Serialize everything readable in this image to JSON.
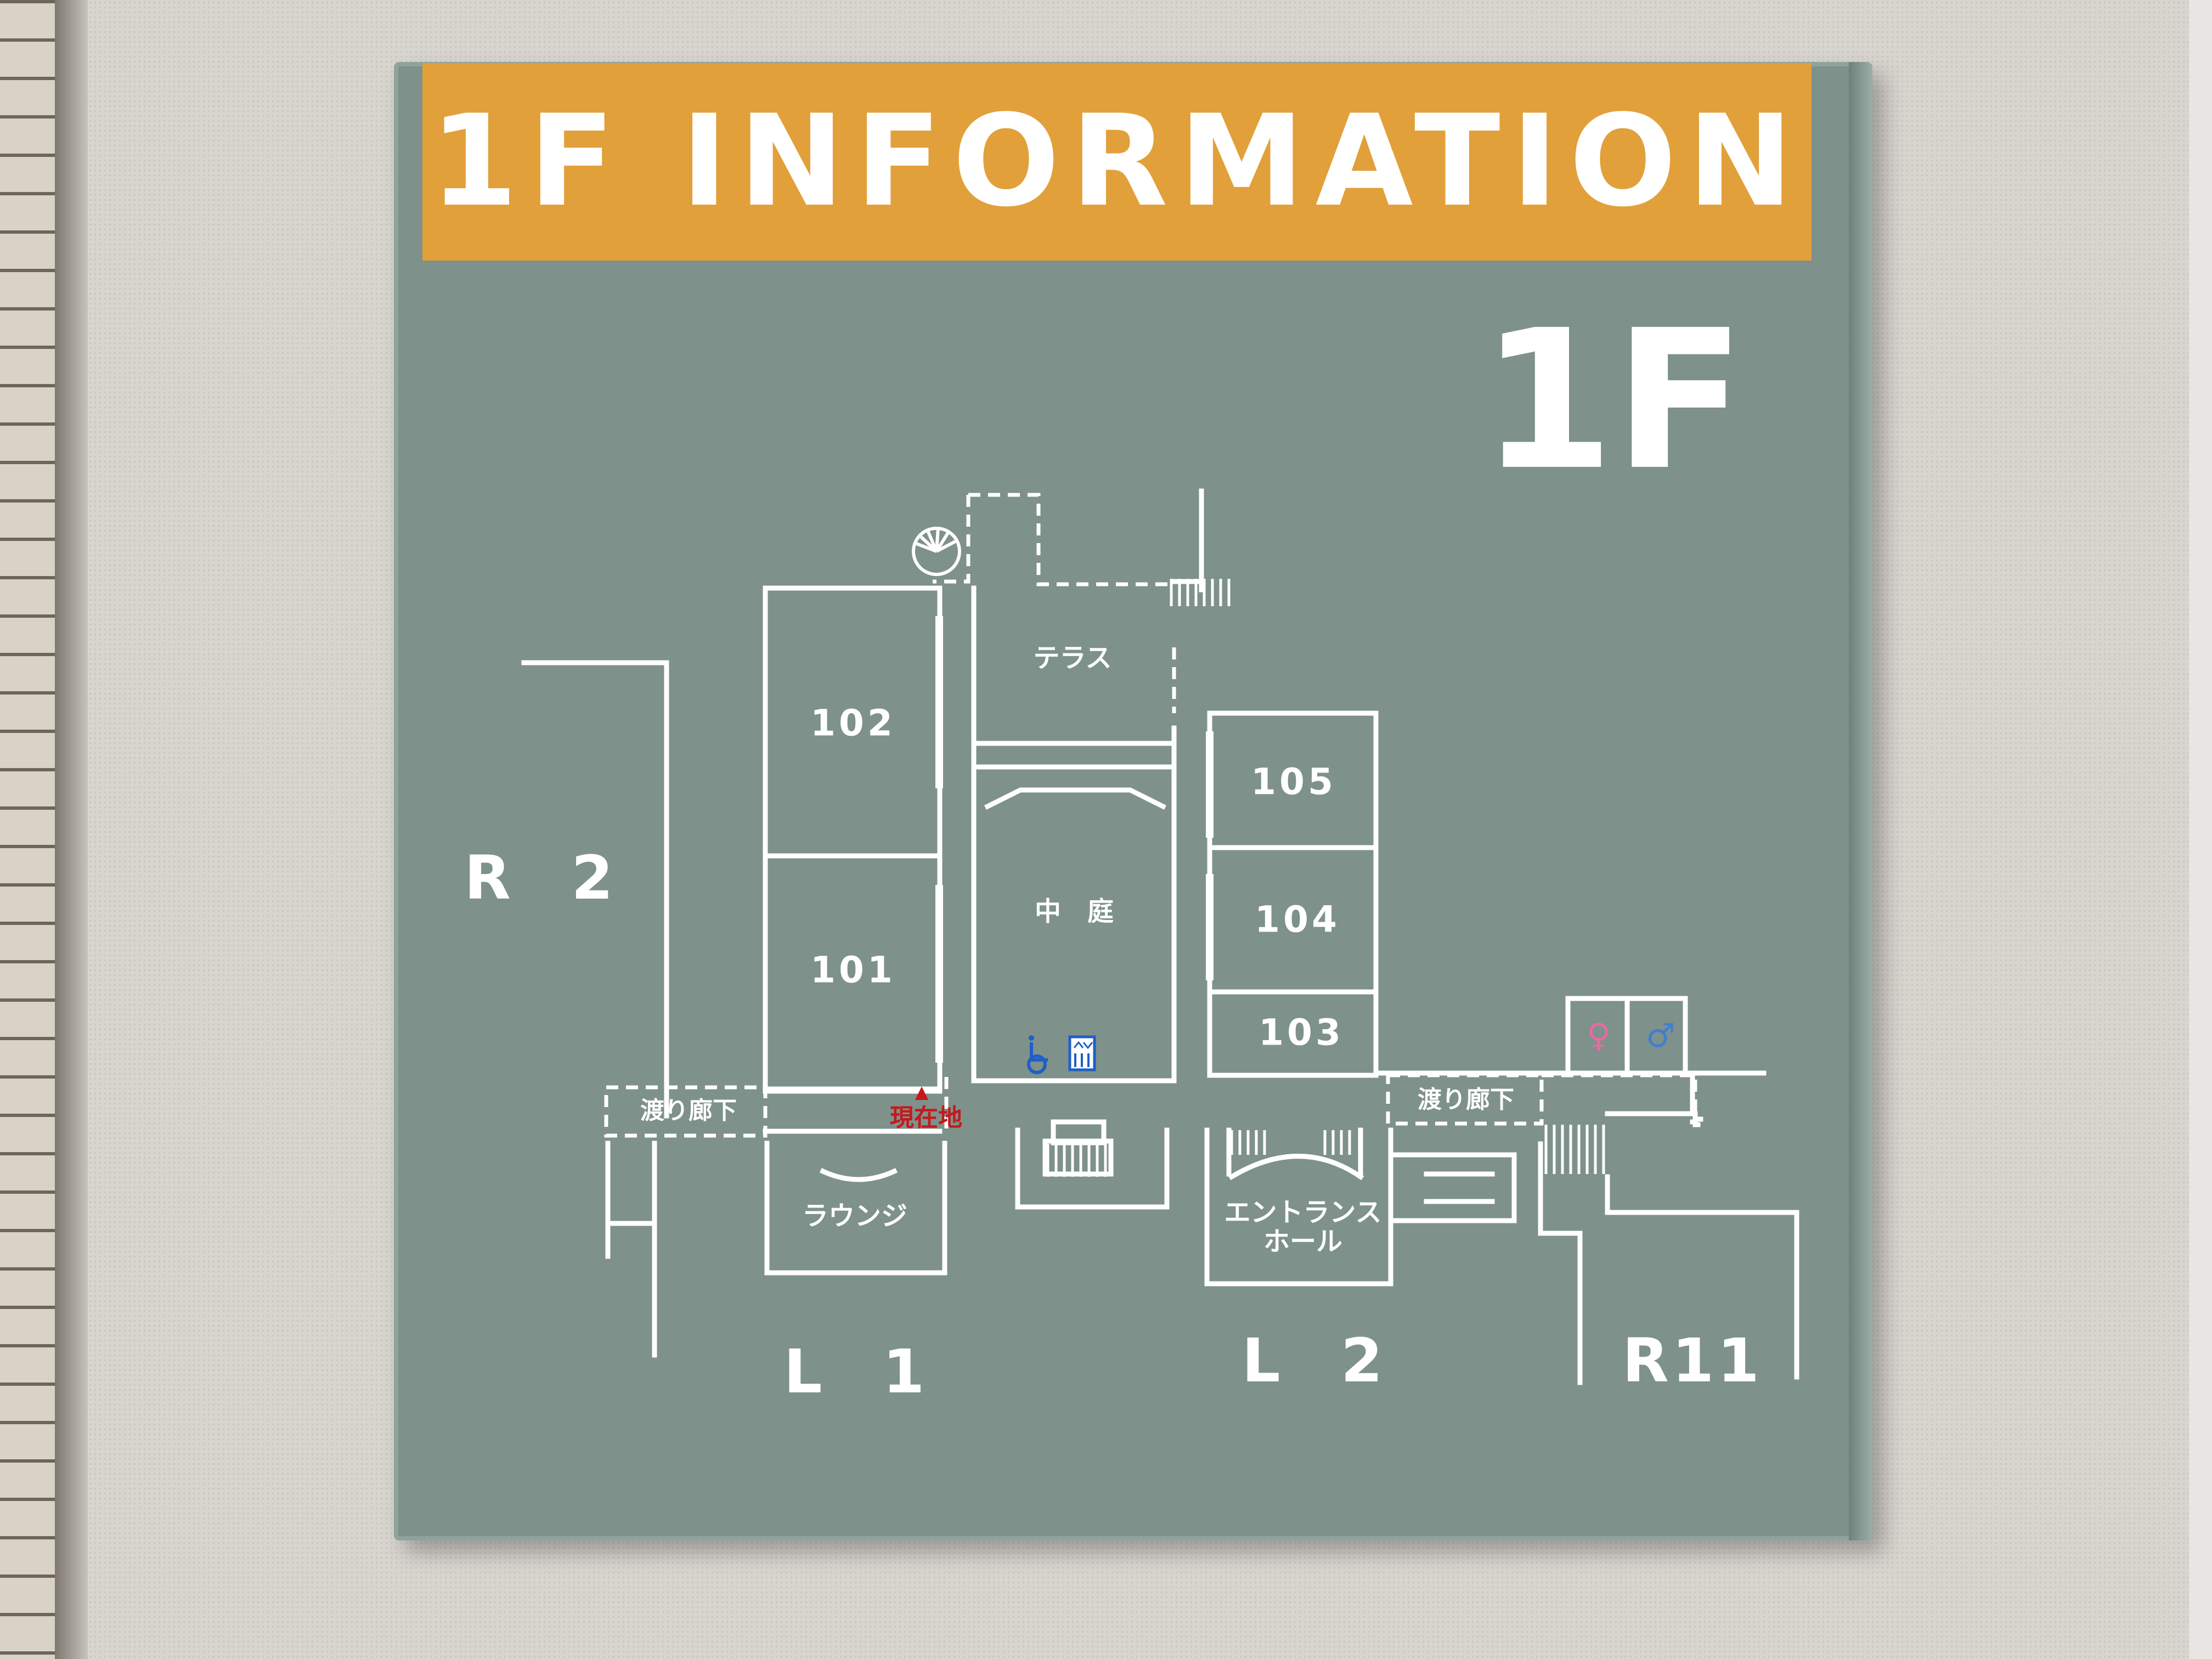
{
  "sign": {
    "title": "1F INFORMATION",
    "floor": "1F",
    "colors": {
      "panel": "#7e918b",
      "band": "#e2a03a",
      "line": "#ffffff",
      "here": "#c4191b",
      "female": "#e86aa0",
      "male": "#3f7fd0",
      "facility": "#1f5fc8"
    }
  },
  "map": {
    "buildings": {
      "r2": "R 2",
      "l1": "L 1",
      "l2": "L 2",
      "r11": "R11"
    },
    "rooms": {
      "r101": "101",
      "r102": "102",
      "r103": "103",
      "r104": "104",
      "r105": "105"
    },
    "areas": {
      "terrace": "テラス",
      "courtyard": "中　庭",
      "lounge": "ラウンジ",
      "entrance": "エントランス\nホール",
      "corridor_left": "渡り廊下",
      "corridor_right": "渡り廊下"
    },
    "current_location": "現在地",
    "icons": [
      "spiral-stair-icon",
      "wheelchair-icon",
      "elevator-icon",
      "female-restroom-icon",
      "male-restroom-icon"
    ]
  }
}
